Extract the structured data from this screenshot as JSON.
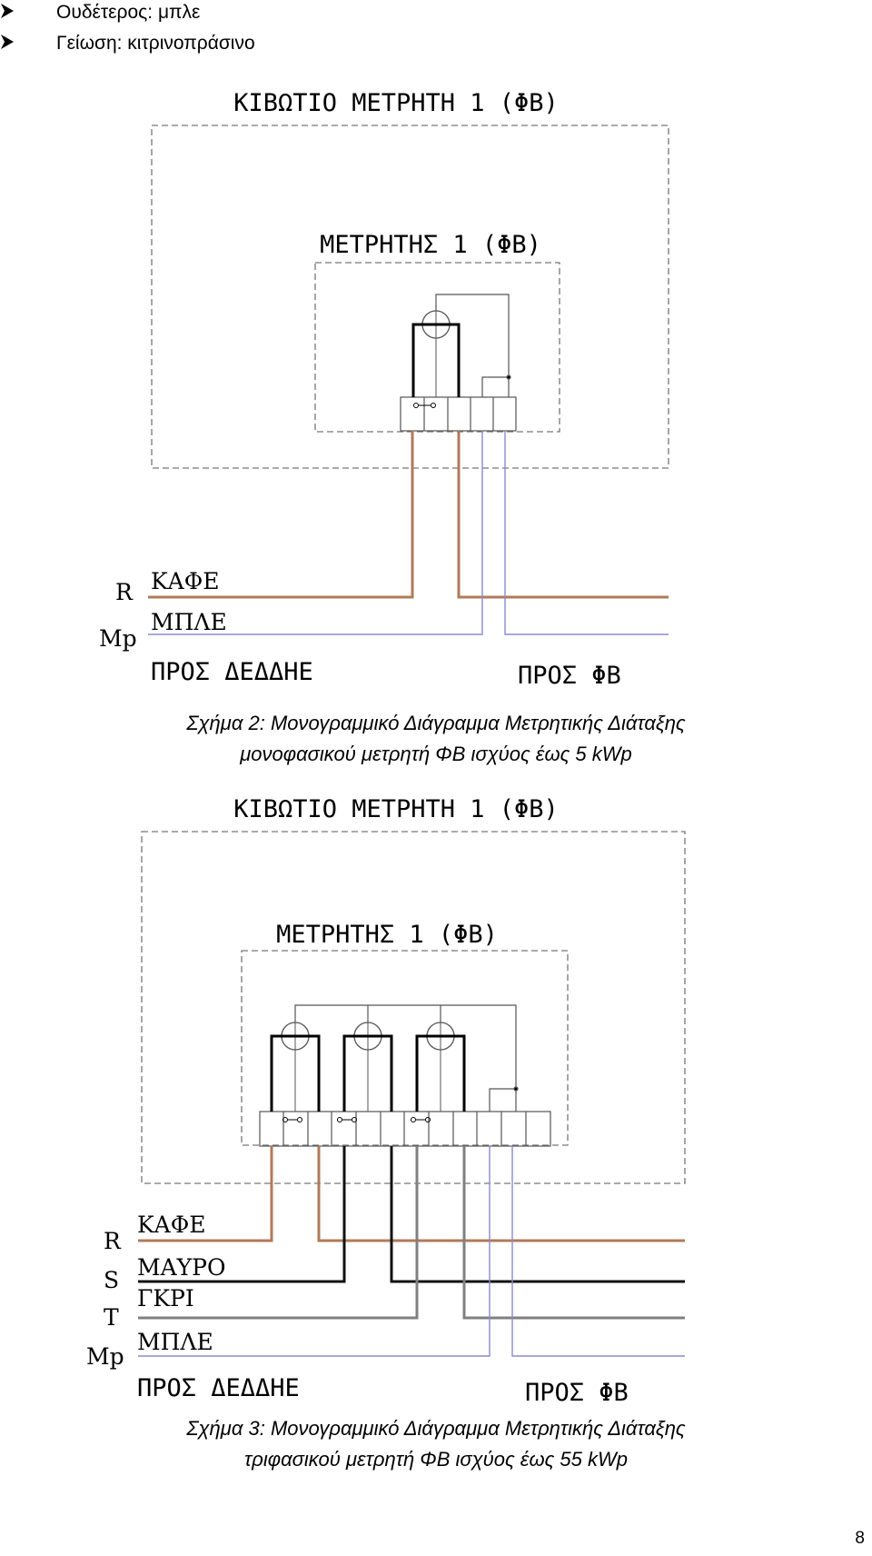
{
  "bullets": [
    {
      "icon": "arrow-bullet-icon",
      "text": "Ουδέτερος: μπλε"
    },
    {
      "icon": "arrow-bullet-icon",
      "text": "Γείωση: κιτρινοπράσινο"
    }
  ],
  "figure2": {
    "box_title": "ΚΙΒΩΤΙΟ ΜΕΤΡΗΤΗ 1 (ΦΒ)",
    "meter_title": "ΜΕΤΡΗΤΗΣ 1 (ΦΒ)",
    "phase_labels": [
      "R",
      "Mp"
    ],
    "wire_labels": [
      "ΚΑΦΕ",
      "ΜΠΛΕ"
    ],
    "left_destination": "ΠΡΟΣ ΔΕΔΔΗΕ",
    "right_destination": "ΠΡΟΣ ΦΒ",
    "caption_line1": "Σχήμα 2: Μονογραμμικό Διάγραμμα Μετρητικής Διάταξης",
    "caption_line2": "μονοφασικού μετρητή ΦΒ ισχύος έως 5 kWp"
  },
  "figure3": {
    "box_title": "ΚΙΒΩΤΙΟ ΜΕΤΡΗΤΗ 1 (ΦΒ)",
    "meter_title": "ΜΕΤΡΗΤΗΣ 1 (ΦΒ)",
    "phase_labels": [
      "R",
      "S",
      "T",
      "Mp"
    ],
    "wire_labels": [
      "ΚΑΦΕ",
      "ΜΑΥΡΟ",
      "ΓΚΡΙ",
      "ΜΠΛΕ"
    ],
    "left_destination": "ΠΡΟΣ ΔΕΔΔΗΕ",
    "right_destination": "ΠΡΟΣ ΦΒ",
    "caption_line1": "Σχήμα 3: Μονογραμμικό Διάγραμμα Μετρητικής Διάταξης",
    "caption_line2": "τριφασικού μετρητή ΦΒ ισχύος έως 55 kWp"
  },
  "wire_colors": {
    "brown": "#b07a5a",
    "blue": "#8a8ad0",
    "black": "#111111",
    "grey": "#808080"
  },
  "page_number": "8"
}
